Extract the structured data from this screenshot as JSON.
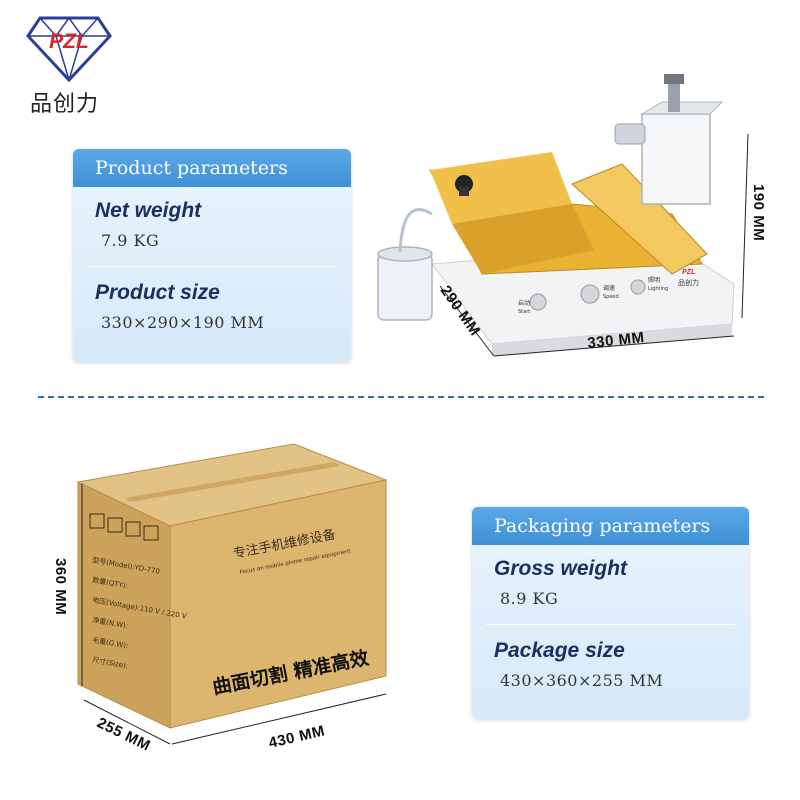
{
  "brand": {
    "logo_text": "PZL",
    "name_cn": "品创力"
  },
  "product_card": {
    "header": "Product parameters",
    "items": [
      {
        "title": "Net weight",
        "value": "7.9 KG"
      },
      {
        "title": "Product size",
        "value": "330×290×190 MM"
      }
    ]
  },
  "package_card": {
    "header": "Packaging parameters",
    "items": [
      {
        "title": "Gross weight",
        "value": "8.9 KG"
      },
      {
        "title": "Package size",
        "value": "430×360×255 MM"
      }
    ]
  },
  "machine_dims": {
    "width": "330 MM",
    "depth": "290 MM",
    "height": "190 MM"
  },
  "machine_panel": {
    "start_cn": "启动",
    "start_en": "Start",
    "speed_cn": "调速",
    "speed_en": "Speed",
    "light_cn": "照明",
    "light_en": "Lighting",
    "brand_cn": "品创力",
    "brand_logo": "PZL"
  },
  "box_dims": {
    "width": "430 MM",
    "depth": "255 MM",
    "height": "360 MM"
  },
  "box_print": {
    "slogan_cn": "专注手机维修设备",
    "slogan_en": "Focus on mobile phone repair equipment",
    "model": "型号(Model):YD-770",
    "qty": "数量(QTY):",
    "voltage": "电压(Voltage):110 V / 220 V",
    "net_weight": "净重(N.W):",
    "gross_weight": "毛重(G.W):",
    "size": "尺寸(Size):",
    "tagline_cn": "曲面切割 精准高效"
  },
  "colors": {
    "header_blue": "#3f90d6",
    "card_bg": "#dcecfa",
    "title_navy": "#1a2f62",
    "divider_blue": "#2f6fb7",
    "logo_blue": "#2c3f96",
    "logo_red": "#d6262b",
    "cardboard": "#d8b272",
    "machine_gold": "#e6ae2e"
  }
}
